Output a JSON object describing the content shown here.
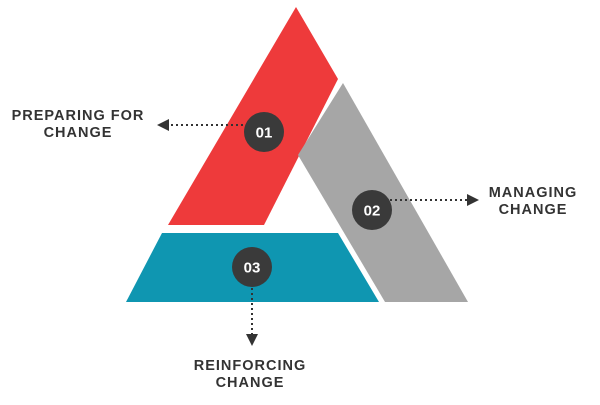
{
  "colors": {
    "preparing": "#ee3a3b",
    "managing": "#a6a6a6",
    "reinforcing": "#0f96b1",
    "badge": "#3a3a3a",
    "connector": "#333333",
    "text": "#333333"
  },
  "segments": [
    {
      "id": "preparing",
      "number": "01",
      "label_line1": "PREPARING FOR",
      "label_line2": "CHANGE"
    },
    {
      "id": "managing",
      "number": "02",
      "label_line1": "MANAGING",
      "label_line2": "CHANGE"
    },
    {
      "id": "reinforcing",
      "number": "03",
      "label_line1": "REINFORCING",
      "label_line2": "CHANGE"
    }
  ]
}
